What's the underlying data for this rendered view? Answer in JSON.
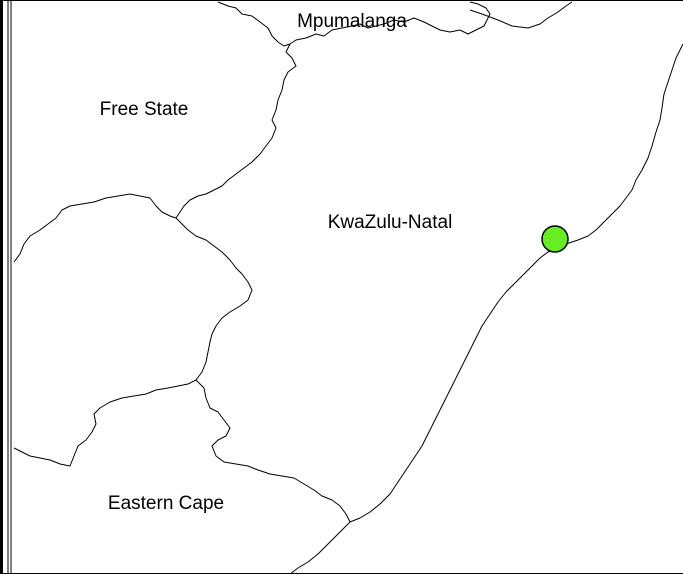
{
  "map": {
    "regions": [
      {
        "id": "mpumalanga",
        "label": "Mpumalanga"
      },
      {
        "id": "free-state",
        "label": "Free State"
      },
      {
        "id": "kwazulu-natal",
        "label": "KwaZulu-Natal"
      },
      {
        "id": "eastern-cape",
        "label": "Eastern Cape"
      }
    ],
    "marker": {
      "name": "location-marker",
      "color": "#66ee22",
      "stroke": "#000000"
    },
    "frame_color": "#000000",
    "background": "#ffffff"
  }
}
